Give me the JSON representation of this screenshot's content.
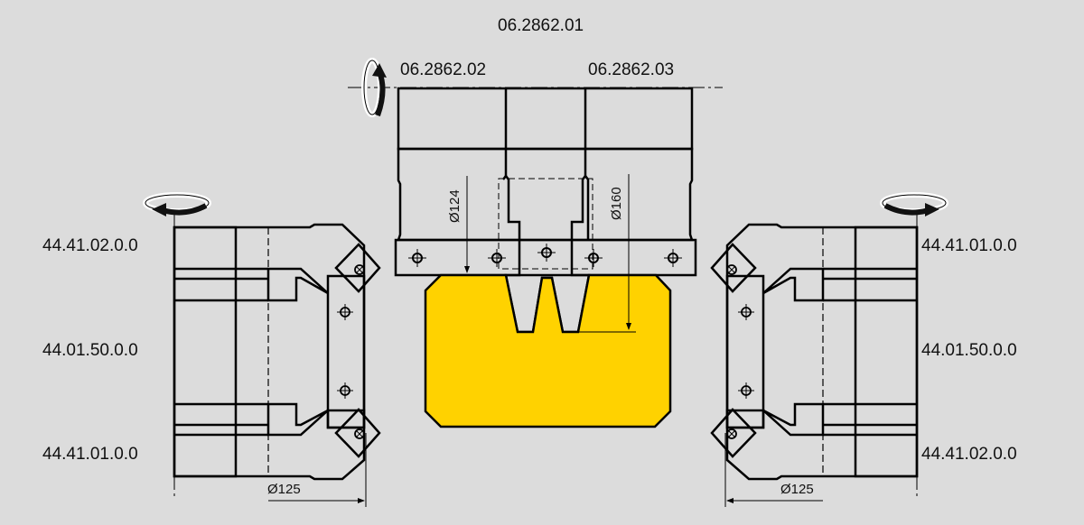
{
  "labels": {
    "top_title": "06.2862.01",
    "top_left": "06.2862.02",
    "top_right": "06.2862.03",
    "left": [
      "44.41.02.0.0",
      "44.01.50.0.0",
      "44.41.01.0.0"
    ],
    "right": [
      "44.41.01.0.0",
      "44.01.50.0.0",
      "44.41.02.0.0"
    ]
  },
  "dimensions": {
    "d124": "Ø124",
    "d160": "Ø160",
    "d125_left": "Ø125",
    "d125_right": "Ø125"
  },
  "colors": {
    "background": "#dcdcdc",
    "workpiece": "#ffd200",
    "body": "#e6e6e8"
  }
}
